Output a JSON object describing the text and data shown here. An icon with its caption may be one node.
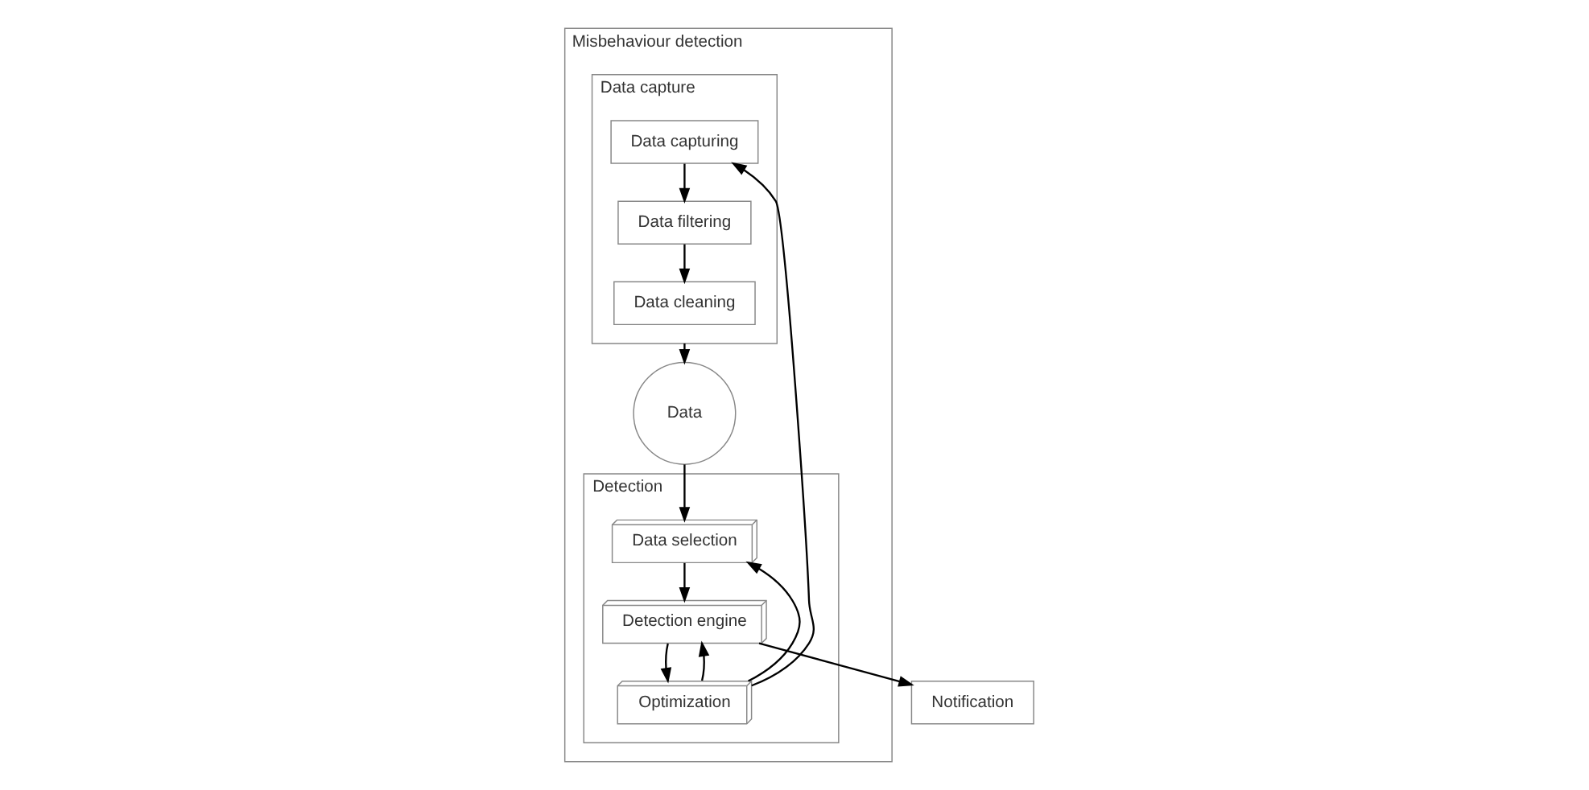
{
  "diagram": {
    "nodes": [
      {
        "text": [
          "Misbehaviour detection"
        ]
      },
      {
        "text": [
          "Data capture"
        ],
        "in": 0
      },
      {
        "text": [
          "Data capturing"
        ],
        "in": 1
      },
      {
        "text": [
          "Data filtering"
        ],
        "in": 1
      },
      {
        "text": [
          "Data cleaning"
        ],
        "in": 1
      },
      {
        "text": [
          "Data"
        ],
        "in": 0
      },
      {
        "text": [
          "Detection"
        ],
        "in": 0
      },
      {
        "text": [
          "Data selection"
        ],
        "in": 6
      },
      {
        "text": [
          "Detection engine"
        ],
        "in": 6
      },
      {
        "text": [
          "Optimization"
        ],
        "in": 6
      },
      {
        "text": [
          "Notification"
        ]
      }
    ],
    "edges": [
      {
        "from": 2,
        "to": 3,
        "arrow": "to"
      },
      {
        "from": 3,
        "to": 4,
        "arrow": "to"
      },
      {
        "from": 1,
        "to": 5,
        "arrow": "to"
      },
      {
        "from": 5,
        "to": 7,
        "arrow": "to"
      },
      {
        "from": 7,
        "to": 8,
        "arrow": "to"
      },
      {
        "from": 8,
        "to": 9,
        "arrow": "to"
      },
      {
        "from": 9,
        "to": 7,
        "arrow": "to"
      },
      {
        "from": 9,
        "to": 8,
        "arrow": "to"
      },
      {
        "from": 8,
        "to": 10,
        "arrow": "to"
      },
      {
        "from": 9,
        "to": 2,
        "arrow": "to"
      }
    ]
  }
}
